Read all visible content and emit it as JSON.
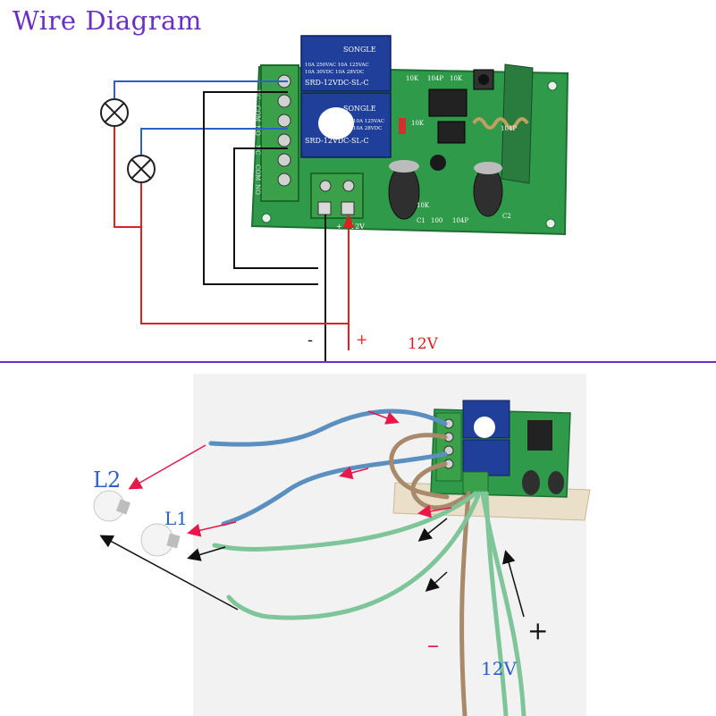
{
  "title": "Wire Diagram",
  "top_diagram": {
    "minus": "-",
    "plus": "+",
    "voltage": "12V",
    "relay1_brand": "SONGLE",
    "relay1_rating_a": "10A 250VAC 10A 125VAC",
    "relay1_rating_b": "10A 30VDC 10A 28VDC",
    "relay1_model": "SRD-12VDC-SL-C",
    "relay2_brand": "SONGLE",
    "relay2_rating_a": "10A 125VAC",
    "relay2_rating_b": "10A 28VDC",
    "relay2_model": "SRD-12VDC-SL-C",
    "terminal_labels": [
      "NC",
      "COM",
      "NO",
      "NC",
      "COM",
      "NO"
    ],
    "pcb_labels": [
      "10K",
      "104P",
      "10K",
      "10K",
      "104P",
      "10K",
      "C1",
      "100",
      "104P",
      "C2",
      "12V",
      "+"
    ]
  },
  "photo": {
    "l2": "L2",
    "l1": "L1",
    "minus": "–",
    "plus": "+",
    "voltage": "12V"
  },
  "colors": {
    "title": "#6a2fc8",
    "red_wire": "#e02020",
    "blue_wire": "#2d5fc8",
    "black_wire": "#111111",
    "pcb": "#2f9a4a",
    "relay": "#1f3f9a"
  }
}
